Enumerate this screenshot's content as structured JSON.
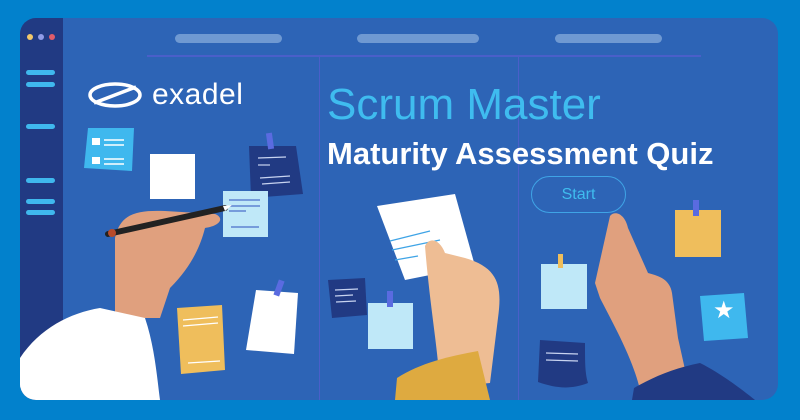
{
  "window": {
    "traffic_lights": [
      "#f2c86b",
      "#8f9be8",
      "#e05c6a"
    ],
    "sidebar_lines": 6
  },
  "brand": {
    "logo_text": "exadel",
    "logo_icon": "exadel-e-logo-icon"
  },
  "hero": {
    "title": "Scrum Master",
    "subtitle": "Maturity Assessment Quiz",
    "cta_label": "Start"
  },
  "colors": {
    "background": "#0281cc",
    "panel": "#2d64b6",
    "sidebar": "#213a83",
    "accent": "#3fbcef",
    "white": "#ffffff",
    "sticky_yellow": "#efbe5c",
    "sticky_light": "#bfe8f8",
    "sticky_navy": "#213a83",
    "sticky_cyan": "#3fb8ee"
  },
  "decor": {
    "star_icon": "star-icon",
    "checkbox_icon": "checkbox-icon"
  }
}
